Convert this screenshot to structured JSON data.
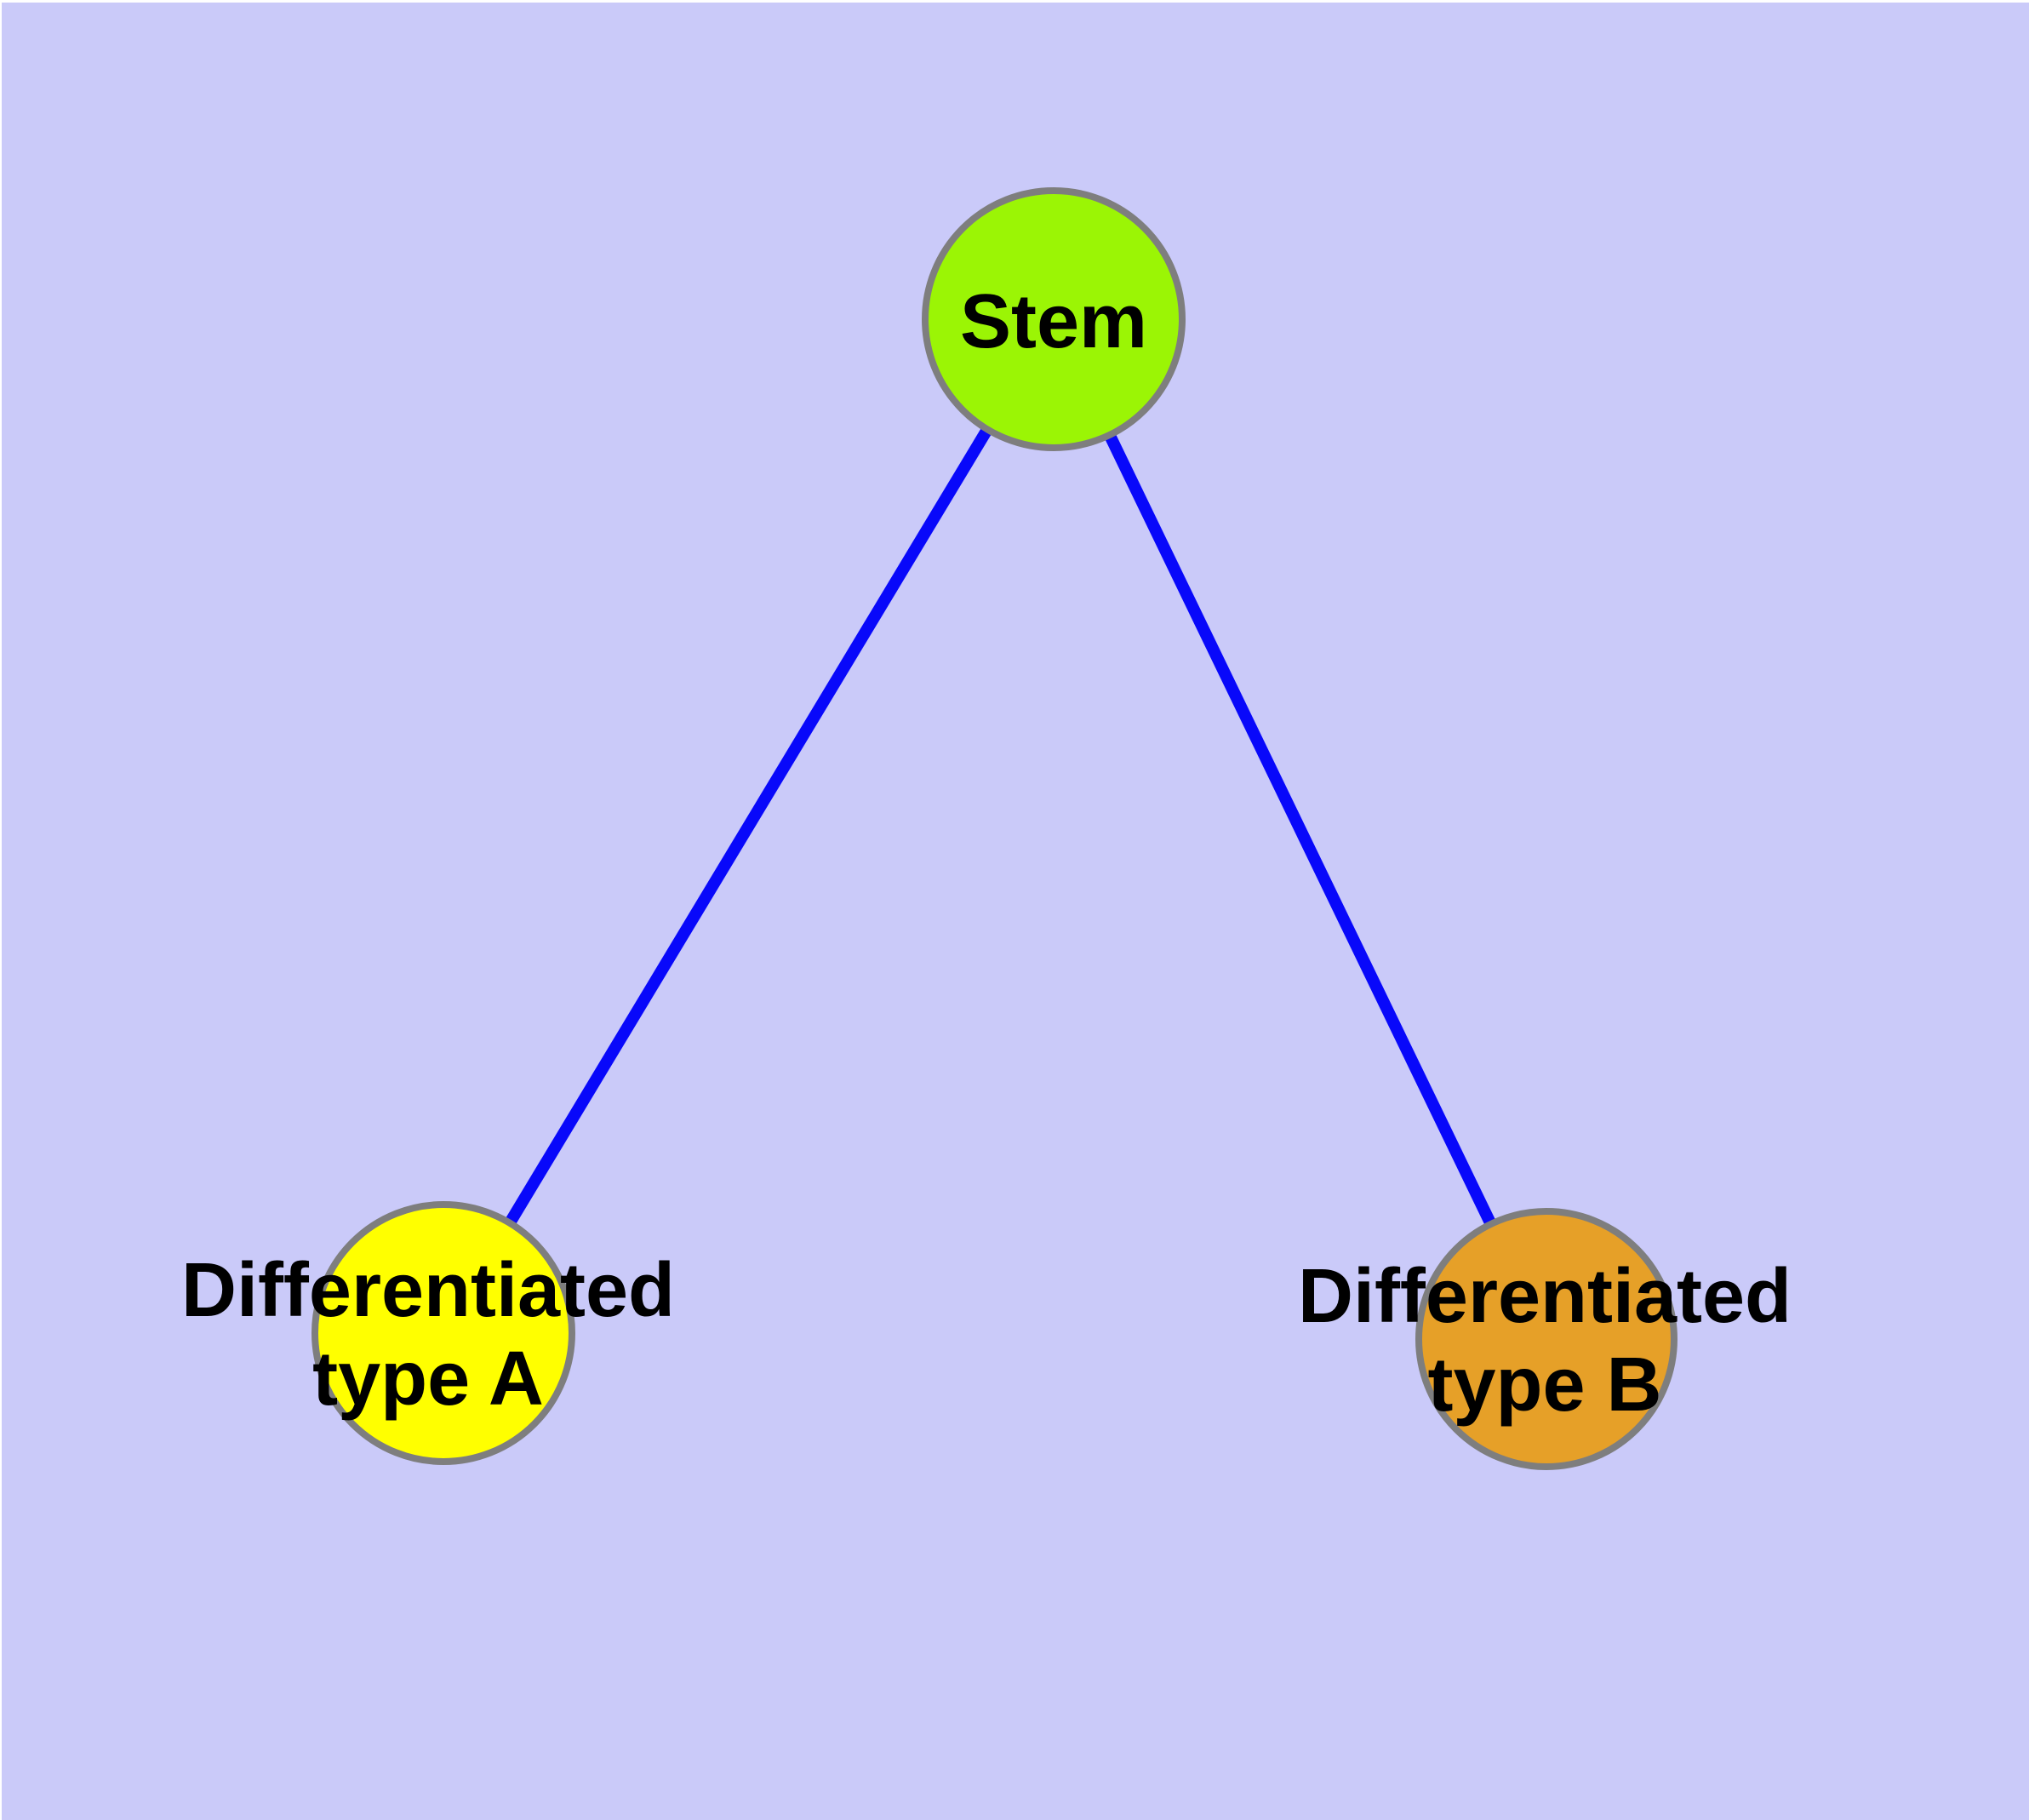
{
  "diagram": {
    "type": "node-link-graph",
    "background_color": "#CACAF9",
    "frame_color": "#FFFFFF",
    "edge_color": "#0808FA",
    "node_border_color": "#7E7E7E",
    "label_color": "#000000",
    "nodes": [
      {
        "id": "stem",
        "label": "Stem",
        "lines": [
          "Stem"
        ],
        "fill": "#9BF505",
        "stroke": "#7E7E7E"
      },
      {
        "id": "differentiated-type-a",
        "label": "Differentiated type A",
        "lines": [
          "Differentiated",
          "type A"
        ],
        "fill": "#FFFF00",
        "stroke": "#7E7E7E"
      },
      {
        "id": "differentiated-type-b",
        "label": "Differentiated type B",
        "lines": [
          "Differentiated",
          "type B"
        ],
        "fill": "#E6A028",
        "stroke": "#7E7E7E"
      }
    ],
    "edges": [
      {
        "from": "stem",
        "to": "differentiated-type-a",
        "color": "#0808FA"
      },
      {
        "from": "stem",
        "to": "differentiated-type-b",
        "color": "#0808FA"
      }
    ]
  }
}
